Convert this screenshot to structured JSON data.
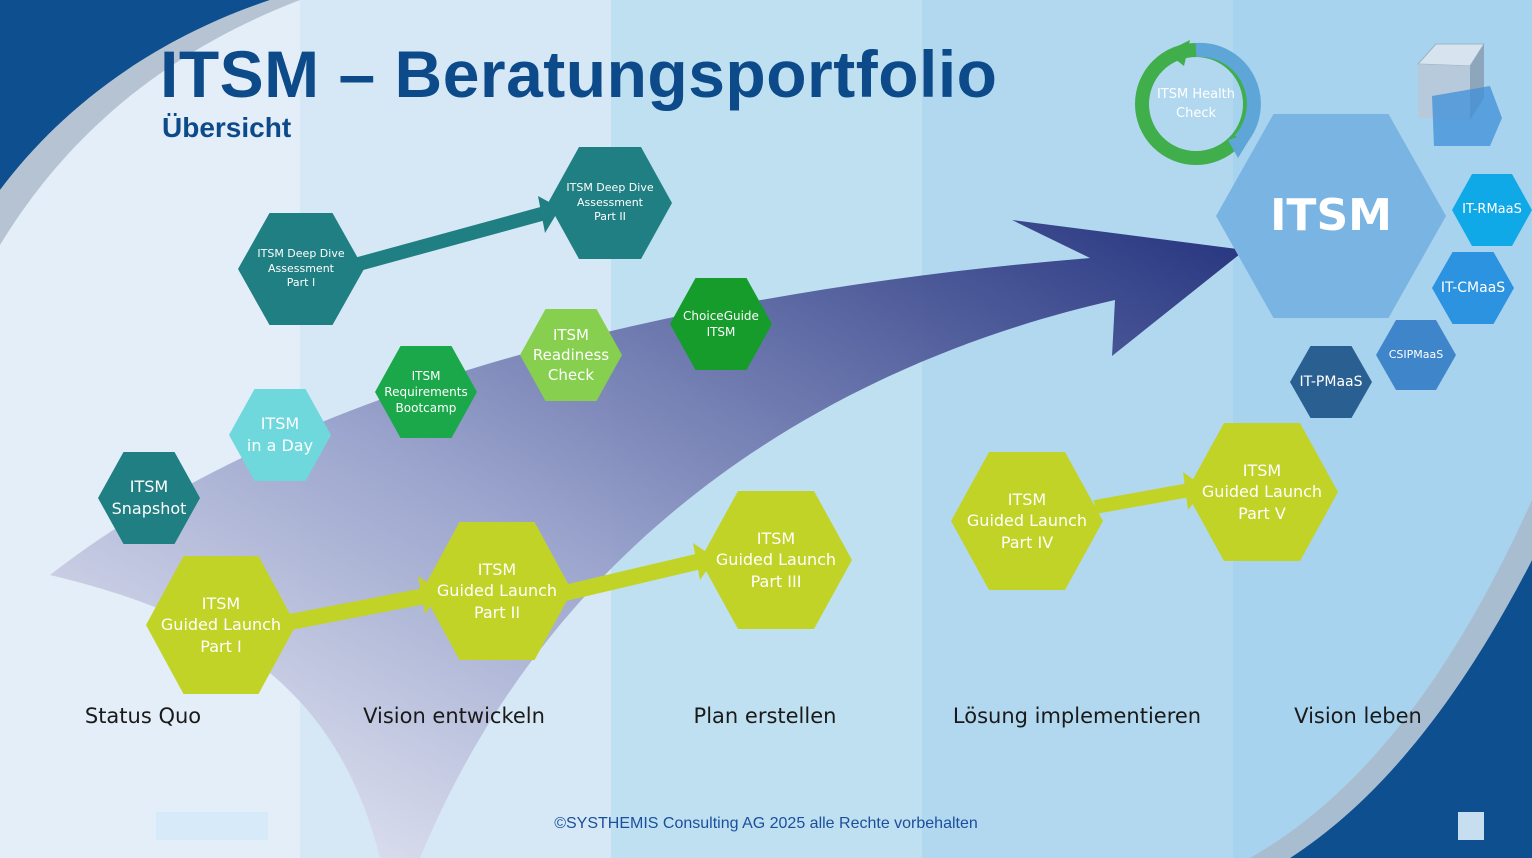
{
  "title": "ITSM – Beratungsportfolio",
  "subtitle": "Übersicht",
  "phases": [
    "Status Quo",
    "Vision entwickeln",
    "Plan erstellen",
    "Lösung implementieren",
    "Vision leben"
  ],
  "footer": "©SYSTHEMIS Consulting AG 2025 alle Rechte vorbehalten",
  "colors": {
    "title": "#0d4a8a",
    "teal": "#207f82",
    "light_teal": "#6fd8dc",
    "green": "#1aa84a",
    "light_green": "#86cf4f",
    "dark_green": "#159c2b",
    "lime": "#c1d327",
    "itsm_blue": "#7ab4e2",
    "rmaas": "#10a9e8",
    "cmaas": "#2b93df",
    "csipmaas": "#3f85c9",
    "pmaas": "#2a5f92",
    "arrow": "#1d2a78"
  },
  "nodes": {
    "deep_dive_1": "ITSM Deep Dive\nAssessment\nPart I",
    "deep_dive_2": "ITSM Deep Dive\nAssessment\nPart II",
    "choiceguide": "ChoiceGuide\nITSM",
    "readiness": "ITSM\nReadiness\nCheck",
    "bootcamp": "ITSM\nRequirements\nBootcamp",
    "in_a_day": "ITSM\nin a Day",
    "snapshot": "ITSM\nSnapshot",
    "gl1": "ITSM\nGuided Launch\nPart I",
    "gl2": "ITSM\nGuided Launch\nPart II",
    "gl3": "ITSM\nGuided Launch\nPart III",
    "gl4": "ITSM\nGuided Launch\nPart IV",
    "gl5": "ITSM\nGuided Launch\nPart V",
    "itsm": "ITSM",
    "rmaas": "IT-RMaaS",
    "cmaas": "IT-CMaaS",
    "csipmaas": "CSIPMaaS",
    "pmaas": "IT-PMaaS",
    "health_check": "ITSM Health\nCheck"
  }
}
